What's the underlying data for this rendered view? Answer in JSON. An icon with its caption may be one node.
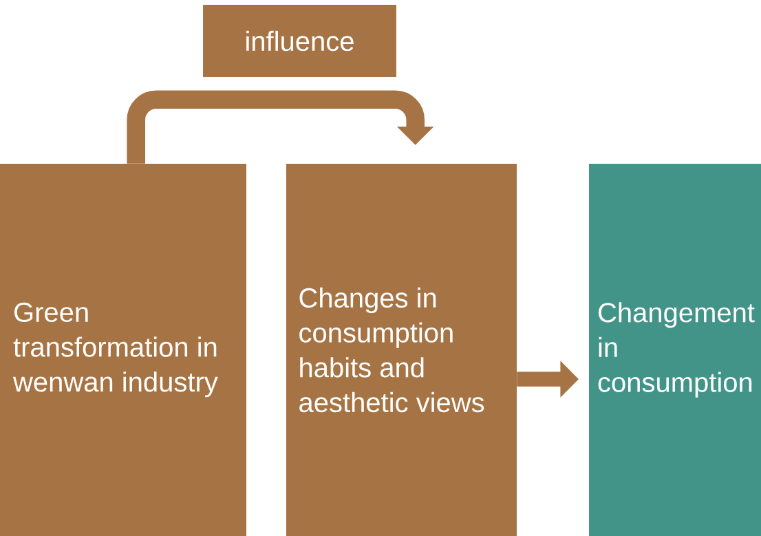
{
  "diagram": {
    "nodes": [
      {
        "text": [
          "influence"
        ]
      },
      {
        "text": [
          "Green transformation in wenwan industry"
        ]
      },
      {
        "text": [
          "Changes in consumption habits and aesthetic views"
        ]
      },
      {
        "text": [
          "Changement in consumption"
        ]
      }
    ],
    "edges": [
      {
        "from": 1,
        "to": 2,
        "arrow": "to"
      },
      {
        "from": 2,
        "to": 3,
        "arrow": "to"
      }
    ]
  }
}
